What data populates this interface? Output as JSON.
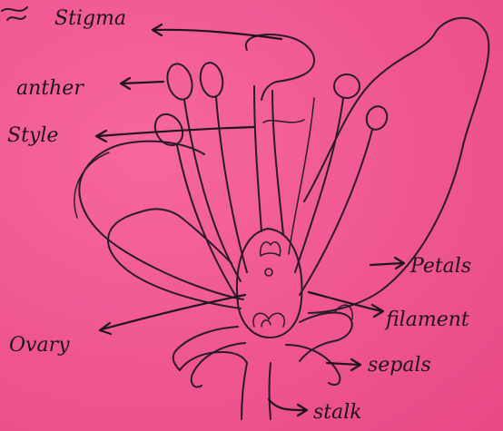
{
  "labels": {
    "stigma": "Stigma",
    "anther": "anther",
    "style": "Style",
    "ovary": "Ovary",
    "petals": "Petals",
    "filament": "filament",
    "sepals": "sepals",
    "stalk": "stalk"
  },
  "colors": {
    "paper": "#f0558f",
    "ink": "#2a1b2a"
  }
}
